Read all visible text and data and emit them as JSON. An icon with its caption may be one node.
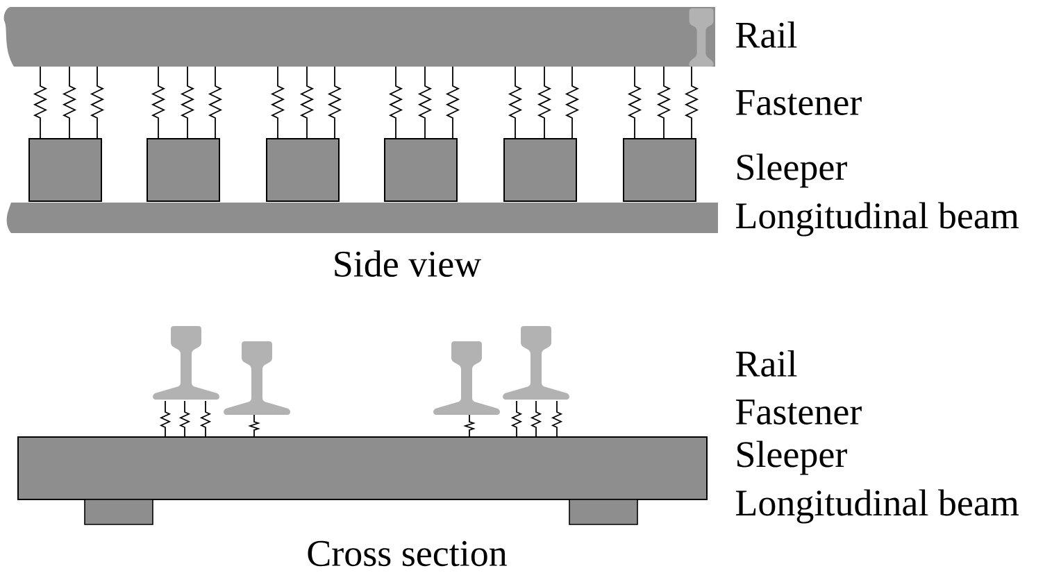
{
  "diagram": {
    "labels": [
      "Rail",
      "Fastener",
      "Sleeper",
      "Longitudinal beam",
      "Side view",
      "Rail",
      "Fastener",
      "Sleeper",
      "Longitudinal beam",
      "Cross section"
    ]
  }
}
